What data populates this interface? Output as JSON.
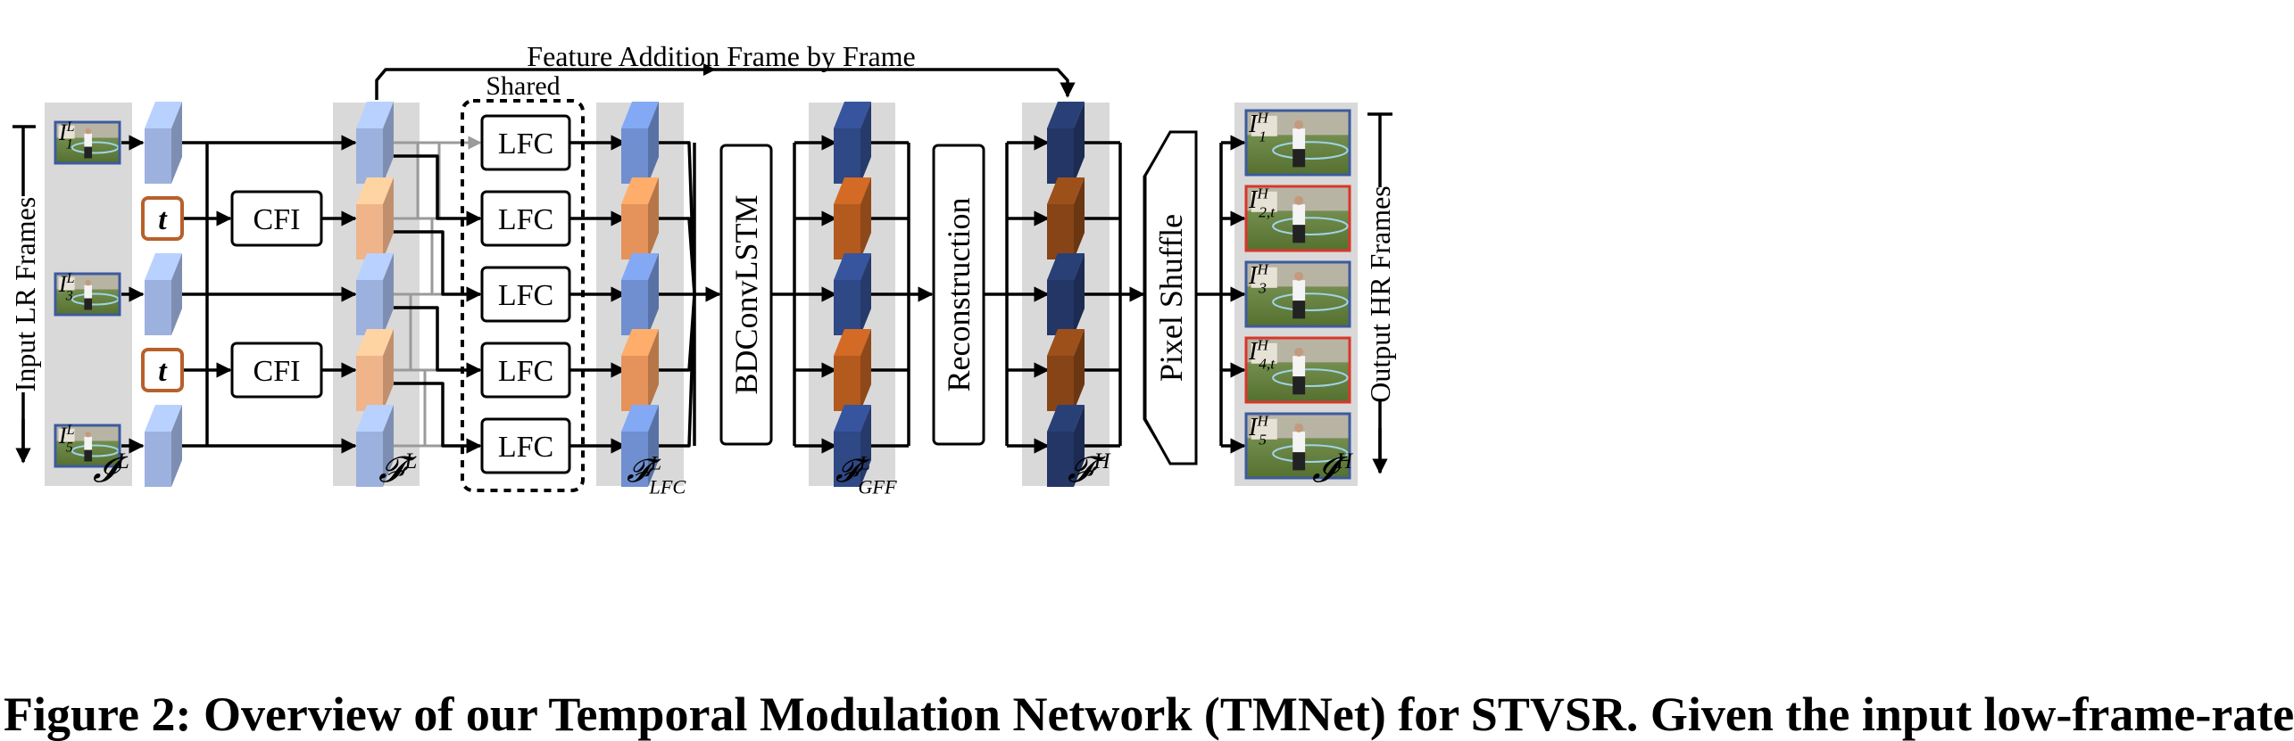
{
  "top_label": "Feature Addition Frame by Frame",
  "shared_label": "Shared",
  "cfi_label": "CFI",
  "lfc_label": "LFC",
  "t_label": "t",
  "bdconvlstm_label": "BDConvLSTM",
  "reconstruction_label": "Reconstruction",
  "pixel_shuffle_label": "Pixel Shuffle",
  "input_frames_label": "Input LR Frames",
  "output_frames_label": "Output HR Frames",
  "input_frame_labels": [
    {
      "base": "I",
      "sup": "L",
      "sub": "1"
    },
    {
      "base": "I",
      "sup": "L",
      "sub": "3"
    },
    {
      "base": "I",
      "sup": "L",
      "sub": "5"
    }
  ],
  "output_frame_labels": [
    {
      "base": "I",
      "sup": "H",
      "sub": "1"
    },
    {
      "base": "I",
      "sup": "H",
      "sub": "2,t"
    },
    {
      "base": "I",
      "sup": "H",
      "sub": "3"
    },
    {
      "base": "I",
      "sup": "H",
      "sub": "4,t"
    },
    {
      "base": "I",
      "sup": "H",
      "sub": "5"
    }
  ],
  "group_labels": {
    "input": {
      "base": "𝓘",
      "sup": "L",
      "sub": ""
    },
    "features_low": {
      "base": "𝓕",
      "sup": "L",
      "sub": ""
    },
    "features_lfc": {
      "base": "𝓕",
      "sup": "L",
      "sub": "LFC"
    },
    "features_gff": {
      "base": "𝓕",
      "sup": "L",
      "sub": "GFF"
    },
    "features_high": {
      "base": "𝓕",
      "sup": "H",
      "sub": ""
    },
    "output": {
      "base": "𝓘",
      "sup": "H",
      "sub": ""
    }
  },
  "caption": "Figure 2: Overview of our Temporal Modulation Network (TMNet) for STVSR. Given the input low-frame-rate",
  "colors": {
    "panel": "#d9d9d9",
    "light_blue": "#9db1de",
    "light_orange": "#f0b48a",
    "mid_blue": "#6f8fd0",
    "mid_orange": "#e5935a",
    "dark_blue": "#2f4886",
    "dark_orange": "#b35a1f",
    "t_border": "#b8602a",
    "frame_blue": "#3c5a9e",
    "frame_red": "#d9362b",
    "gray_arrow": "#9a9a9a"
  }
}
